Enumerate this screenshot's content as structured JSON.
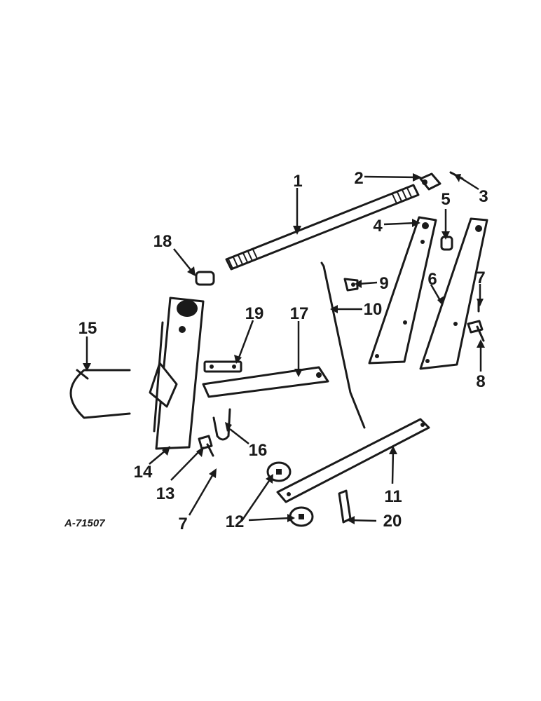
{
  "drawing_number": "A-71507",
  "callouts": {
    "c1": "1",
    "c2": "2",
    "c3": "3",
    "c4": "4",
    "c5": "5",
    "c6": "6",
    "c7a": "7",
    "c7b": "7",
    "c8": "8",
    "c9": "9",
    "c10": "10",
    "c11": "11",
    "c12": "12",
    "c13": "13",
    "c14": "14",
    "c15": "15",
    "c16": "16",
    "c17": "17",
    "c18": "18",
    "c19": "19",
    "c20": "20"
  }
}
